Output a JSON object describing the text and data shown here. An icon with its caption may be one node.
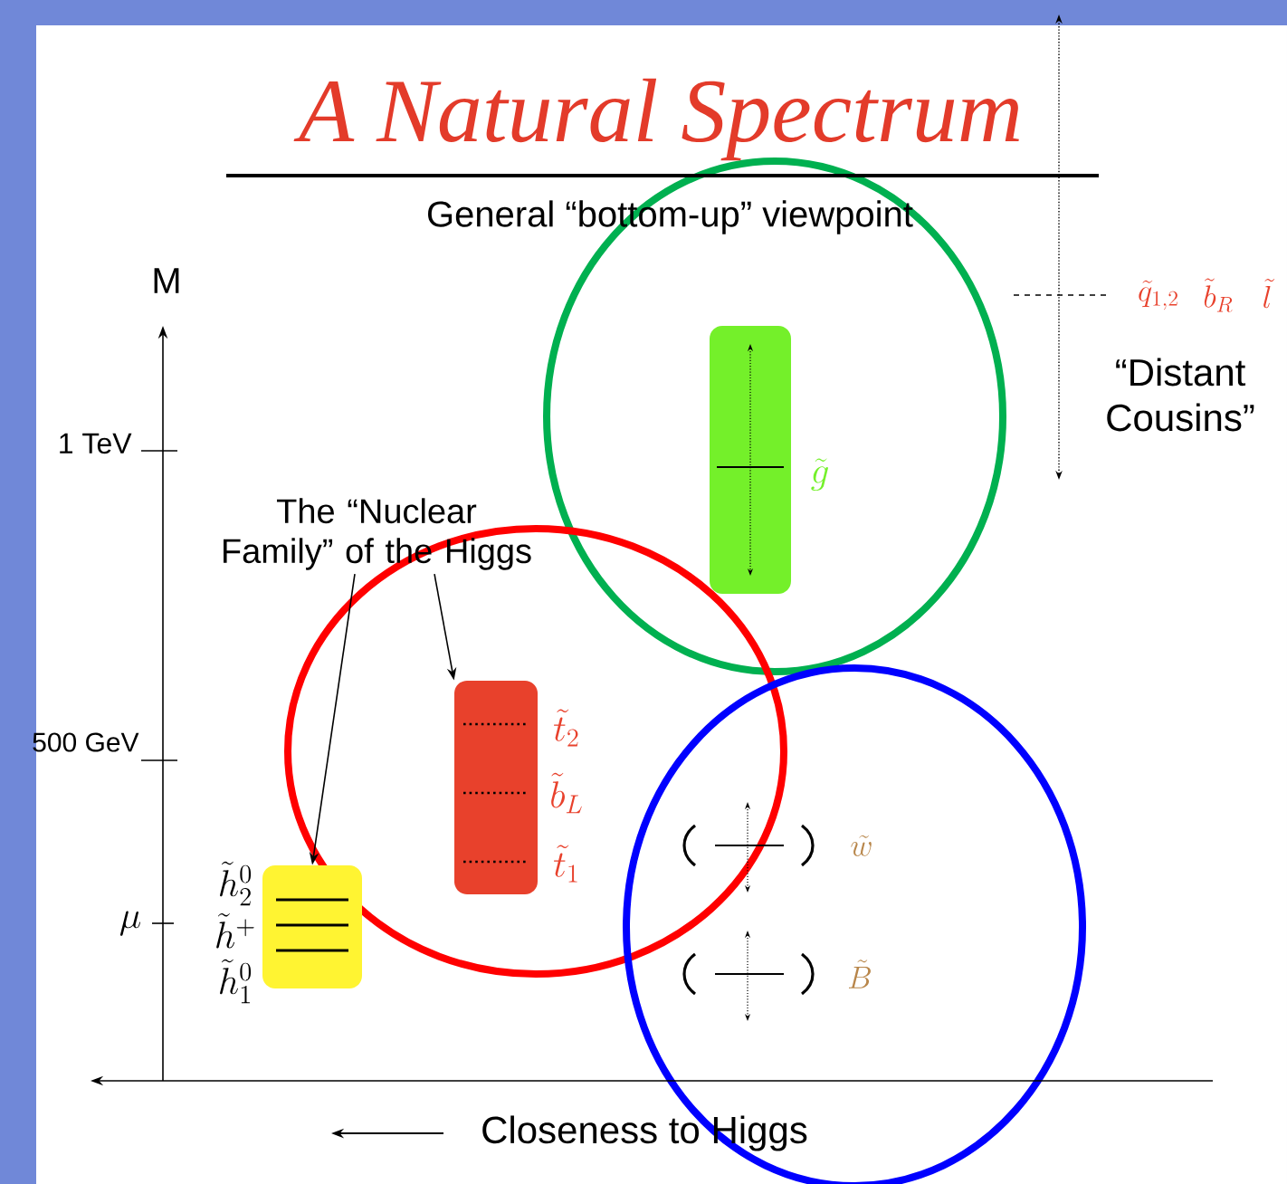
{
  "diagram": {
    "title": "A Natural Spectrum",
    "nodes": [
      {
        "text": [
          "The “Nuclear Family” of the Higgs"
        ]
      },
      {
        "text": [],
        "shape": "box",
        "beside": [
          "\\tilde{h}_2^0",
          "\\tilde{h}^+",
          "\\tilde{h}_1^0"
        ]
      },
      {
        "text": [],
        "shape": "box",
        "beside": [
          "\\tilde{t}_2",
          "\\tilde{b}_L",
          "\\tilde{t}_1"
        ]
      },
      {
        "text": [],
        "shape": "box",
        "beside": [
          "\\tilde{g}"
        ]
      }
    ],
    "edges": [
      {
        "from": 0,
        "to": 1,
        "arrow": "to"
      },
      {
        "from": 0,
        "to": 2,
        "arrow": "to"
      }
    ],
    "labels": [
      "General “bottom-up” viewpoint",
      "M",
      "1 TeV",
      "500 GeV",
      "\\mu",
      "\\tilde{q}_{1,2}",
      "\\tilde{b}_R",
      "\\tilde{l}",
      "“Distant Cousins”",
      "\\tilde{w}",
      "\\tilde{B}",
      "Closeness to Higgs"
    ]
  }
}
